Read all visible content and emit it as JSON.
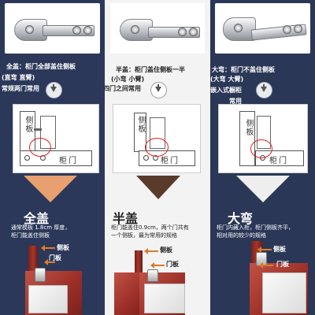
{
  "columns": [
    {
      "caption_line1": "全盖：柜门全部盖住侧板",
      "caption_line2": "(直弯 直臂)",
      "usage": "常规两门常用",
      "diagram_side_label": "侧板",
      "diagram_door_label": "柜门",
      "title": "全盖",
      "desc_line1": "通常模板 1.8cm 厚度，",
      "desc_line2": "柜门能盖住侧板",
      "side_tag": "侧板",
      "door_tag": "门板"
    },
    {
      "caption_line1": "半盖：柜门盖住侧板一半",
      "caption_line2": "(小弯 小臂)",
      "usage": "四门之间常用",
      "diagram_side_label": "侧板",
      "diagram_door_label": "柜门",
      "title": "半盖",
      "desc_line1": "柜门能盖住0.9cm，两个门共有",
      "desc_line2": "一个侧板，最为常用的规格",
      "side_tag": "侧板",
      "door_tag": "门板"
    },
    {
      "caption_line1": "大弯：柜门不盖住侧板",
      "caption_line2": "(大弯 大臂)",
      "usage_line1": "嵌入式橱柜",
      "usage_line2": "常用",
      "diagram_side_label": "侧板",
      "diagram_door_label": "柜门",
      "title": "大弯",
      "desc_line1": "柜门内藏入柜，柜门侧板齐平，",
      "desc_line2": "相对用的较少的规格",
      "side_tag": "侧板",
      "door_tag": "门板"
    }
  ],
  "colors": {
    "navy": "#2b3859",
    "light": "#f3f3f3",
    "accent_orange": "#e8a070",
    "wood": "#a4372d"
  }
}
